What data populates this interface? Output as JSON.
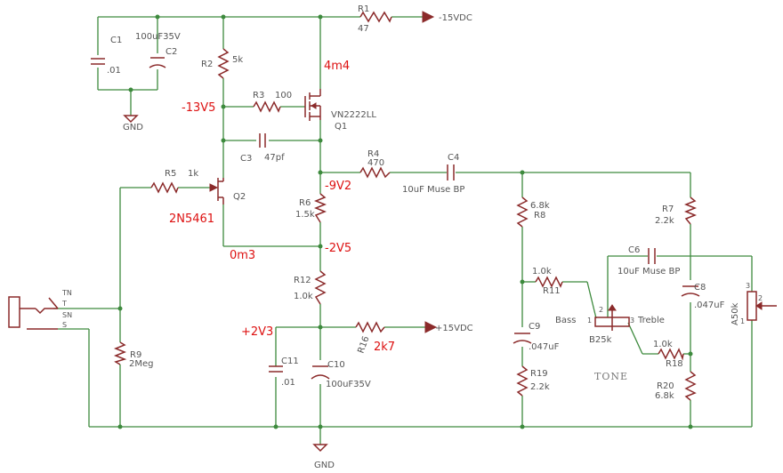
{
  "supply": {
    "net_neg": "-15VDC",
    "net_pos": "+15VDC",
    "gnd_top": "GND",
    "gnd_bottom": "GND"
  },
  "components": {
    "r1": {
      "ref": "R1",
      "value": "47"
    },
    "r2": {
      "ref": "R2",
      "value": "5k"
    },
    "r3": {
      "ref": "R3",
      "value": "100"
    },
    "r4": {
      "ref": "R4",
      "value": "470"
    },
    "r5": {
      "ref": "R5",
      "value": "1k"
    },
    "r6": {
      "ref": "R6",
      "value": "1.5k"
    },
    "r7": {
      "ref": "R7",
      "value": "2.2k"
    },
    "r8": {
      "ref": "R8",
      "value": "6.8k"
    },
    "r9": {
      "ref": "R9",
      "value": "2Meg"
    },
    "r11": {
      "ref": "R11",
      "value": "1.0k"
    },
    "r12": {
      "ref": "R12",
      "value": "1.0k"
    },
    "r16": {
      "ref": "R16"
    },
    "r18": {
      "ref": "R18",
      "value": "1.0k"
    },
    "r19": {
      "ref": "R19",
      "value": "2.2k"
    },
    "r20": {
      "ref": "R20",
      "value": "6.8k"
    },
    "c1": {
      "ref": "C1",
      "value": ".01"
    },
    "c2": {
      "ref": "C2",
      "value": "100uF35V"
    },
    "c3": {
      "ref": "C3",
      "value": "47pf"
    },
    "c4": {
      "ref": "C4",
      "value": "10uF Muse BP"
    },
    "c6": {
      "ref": "C6",
      "value": "10uF Muse BP"
    },
    "c8": {
      "ref": "C8",
      "value": ".047uF"
    },
    "c9": {
      "ref": "C9",
      "value": ".047uF"
    },
    "c10": {
      "ref": "C10",
      "value": "100uF35V"
    },
    "c11": {
      "ref": "C11",
      "value": ".01"
    },
    "q1": {
      "ref": "Q1",
      "part": "VN2222LL"
    },
    "q2": {
      "ref": "Q2"
    },
    "pot_tone": {
      "value": "B25k",
      "left": "Bass",
      "right": "Treble",
      "pin1": "1",
      "pin2": "2",
      "pin3": "3"
    },
    "pot_vol": {
      "value": "A50k",
      "pin1": "1",
      "pin2": "2",
      "pin3": "3"
    },
    "jack": {
      "tn": "TN",
      "t": "T",
      "sn": "SN",
      "s": "S"
    },
    "tone_label": "TONE"
  },
  "annotations": {
    "drain_current": "4m4",
    "gate_voltage": "-13V5",
    "q2_part": "2N5461",
    "q2_current": "0m3",
    "node_9v": "-9V2",
    "node_2v5": "-2V5",
    "node_2v3": "+2V3",
    "r16_value": "2k7"
  },
  "colors": {
    "wire": "#3d8a3d",
    "part": "#8b2a2a",
    "annotation": "#dd1111",
    "text": "#555555"
  }
}
